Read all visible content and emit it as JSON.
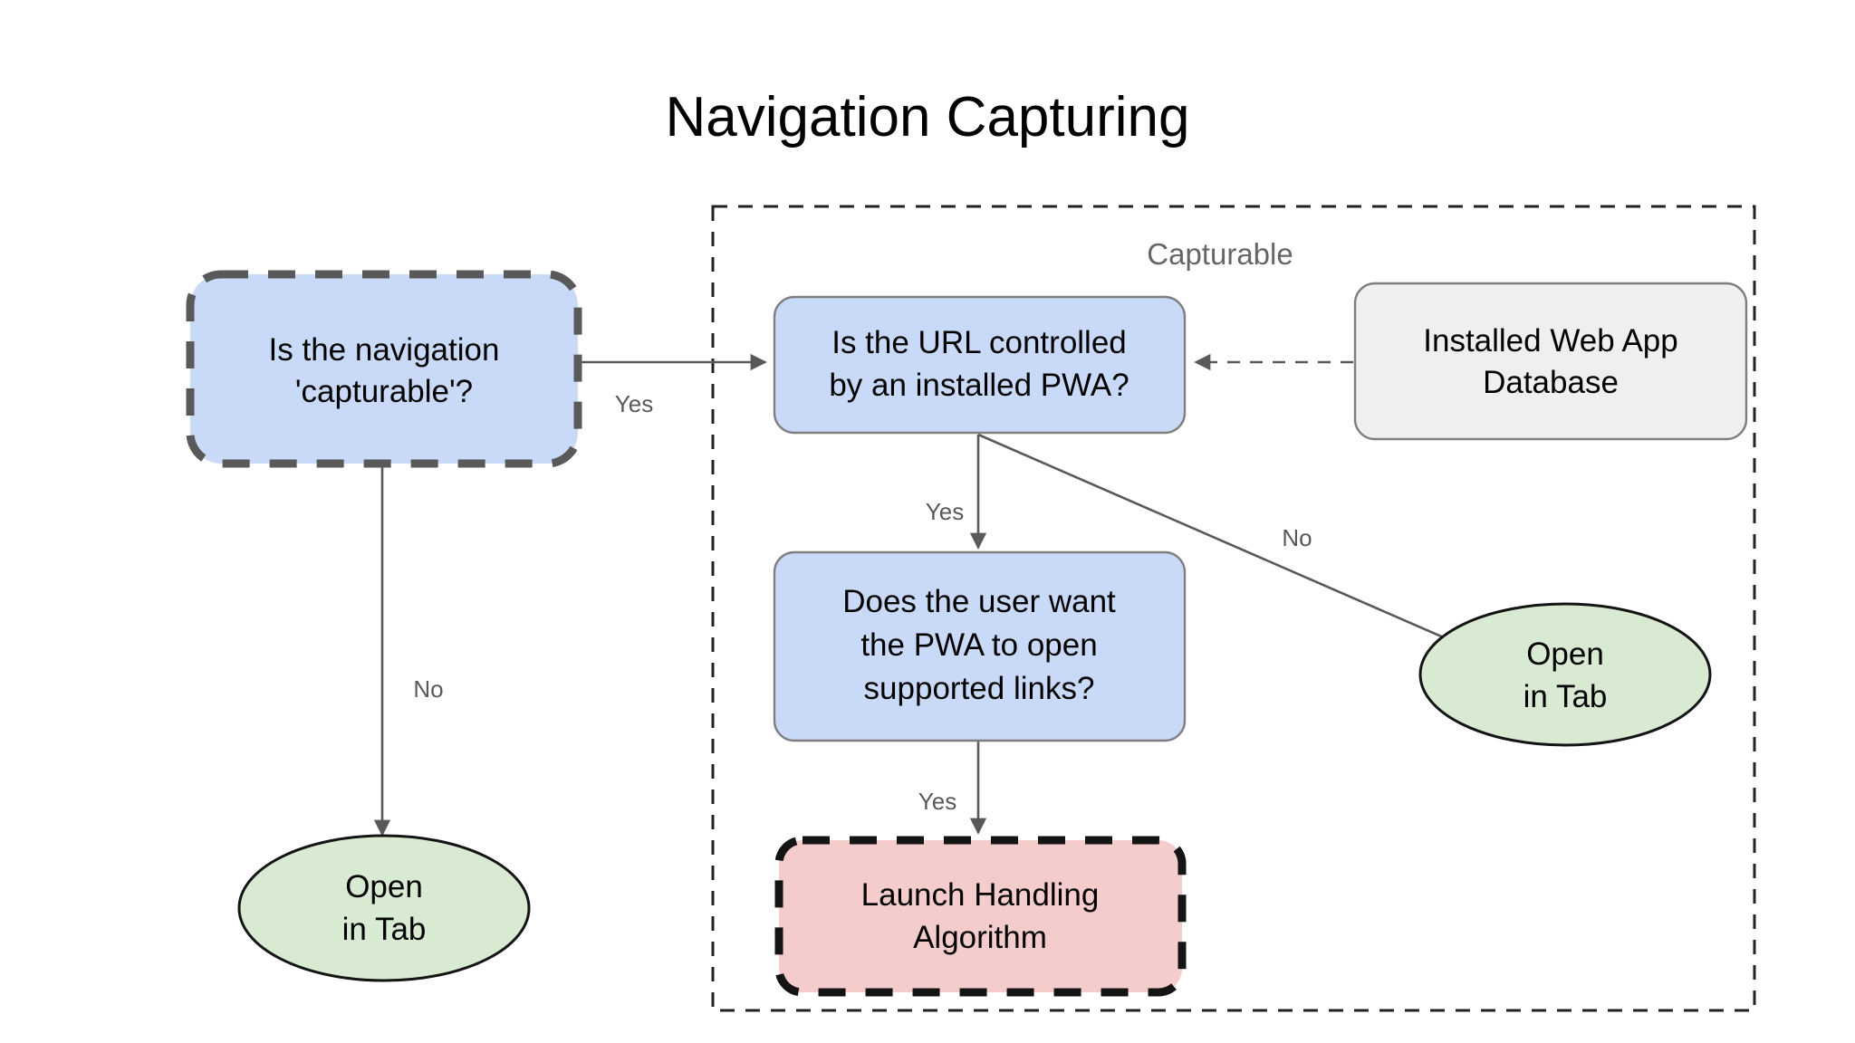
{
  "page": {
    "title": "Navigation Capturing",
    "background_color": "#ffffff"
  },
  "colors": {
    "decision_fill": "#c9daf8",
    "decision_stroke": "#7f7f7f",
    "dashed_highlight_stroke": "#595959",
    "algorithm_fill": "#f4cccc",
    "algorithm_stroke": "#141414",
    "datastore_fill": "#efefef",
    "datastore_stroke": "#7f7f7f",
    "terminal_fill": "#d9ead3",
    "terminal_stroke": "#141414",
    "edge_stroke": "#595959",
    "edge_label_text": "#595959",
    "group_label_text": "#666666",
    "group_border": "#212121",
    "node_text": "#000000"
  },
  "group": {
    "label": "Capturable"
  },
  "nodes": {
    "is_navigation_capturable": {
      "lines": [
        "Is the navigation",
        "'capturable'?"
      ],
      "shape": "rounded-rectangle",
      "style": "dashed-highlight"
    },
    "is_url_controlled": {
      "lines": [
        "Is the URL controlled",
        "by an installed PWA?"
      ],
      "shape": "rounded-rectangle",
      "style": "decision"
    },
    "installed_web_app_database": {
      "lines": [
        "Installed Web App",
        "Database"
      ],
      "shape": "rounded-rectangle",
      "style": "datastore"
    },
    "does_user_want_pwa": {
      "lines": [
        "Does the user want",
        "the PWA to open",
        "supported links?"
      ],
      "shape": "rounded-rectangle",
      "style": "decision"
    },
    "launch_handling_algorithm": {
      "lines": [
        "Launch Handling",
        "Algorithm"
      ],
      "shape": "rounded-rectangle",
      "style": "algorithm-dashed"
    },
    "open_in_tab_left": {
      "lines": [
        "Open",
        "in Tab"
      ],
      "shape": "ellipse",
      "style": "terminal"
    },
    "open_in_tab_right": {
      "lines": [
        "Open",
        "in Tab"
      ],
      "shape": "ellipse",
      "style": "terminal"
    }
  },
  "edges": [
    {
      "id": "capturable-yes-to-url",
      "from": "is_navigation_capturable",
      "to": "is_url_controlled",
      "label": "Yes",
      "arrow": true,
      "dashed": false
    },
    {
      "id": "capturable-no-to-open-tab",
      "from": "is_navigation_capturable",
      "to": "open_in_tab_left",
      "label": "No",
      "arrow": true,
      "dashed": false
    },
    {
      "id": "url-yes-to-user-want",
      "from": "is_url_controlled",
      "to": "does_user_want_pwa",
      "label": "Yes",
      "arrow": true,
      "dashed": false
    },
    {
      "id": "url-no-to-open-tab",
      "from": "is_url_controlled",
      "to": "open_in_tab_right",
      "label": "No",
      "arrow": true,
      "dashed": false
    },
    {
      "id": "user-want-yes-to-launch",
      "from": "does_user_want_pwa",
      "to": "launch_handling_algorithm",
      "label": "Yes",
      "arrow": true,
      "dashed": false
    },
    {
      "id": "database-to-url",
      "from": "installed_web_app_database",
      "to": "is_url_controlled",
      "label": "",
      "arrow": true,
      "dashed": true
    }
  ]
}
